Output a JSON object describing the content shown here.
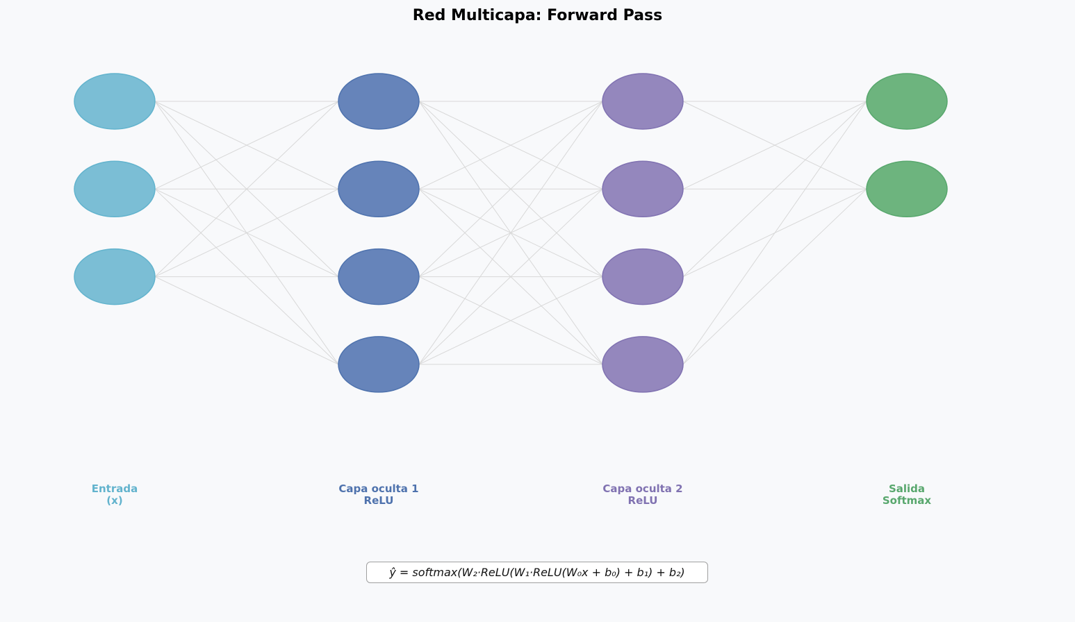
{
  "title": "Red Multicapa: Forward Pass",
  "layers": [
    {
      "label_line1": "Entrada",
      "label_line2": "(x)",
      "neurons": 3,
      "fill": "#7bbed5",
      "stroke": "#62b3cd",
      "label_color": "#62b3cd"
    },
    {
      "label_line1": "Capa oculta 1",
      "label_line2": "ReLU",
      "neurons": 4,
      "fill": "#6684ba",
      "stroke": "#4e72ad",
      "label_color": "#4e72ad"
    },
    {
      "label_line1": "Capa oculta 2",
      "label_line2": "ReLU",
      "neurons": 4,
      "fill": "#9487bd",
      "stroke": "#8072b1",
      "label_color": "#8072b1"
    },
    {
      "label_line1": "Salida",
      "label_line2": "Softmax",
      "neurons": 2,
      "fill": "#6db47e",
      "stroke": "#58a76d",
      "label_color": "#58a76d"
    }
  ],
  "connection_color": "#d8d8d8",
  "formula": "ŷ = softmax(W₂·ReLU(W₁·ReLU(W₀x + b₀) + b₁) + b₂)"
}
